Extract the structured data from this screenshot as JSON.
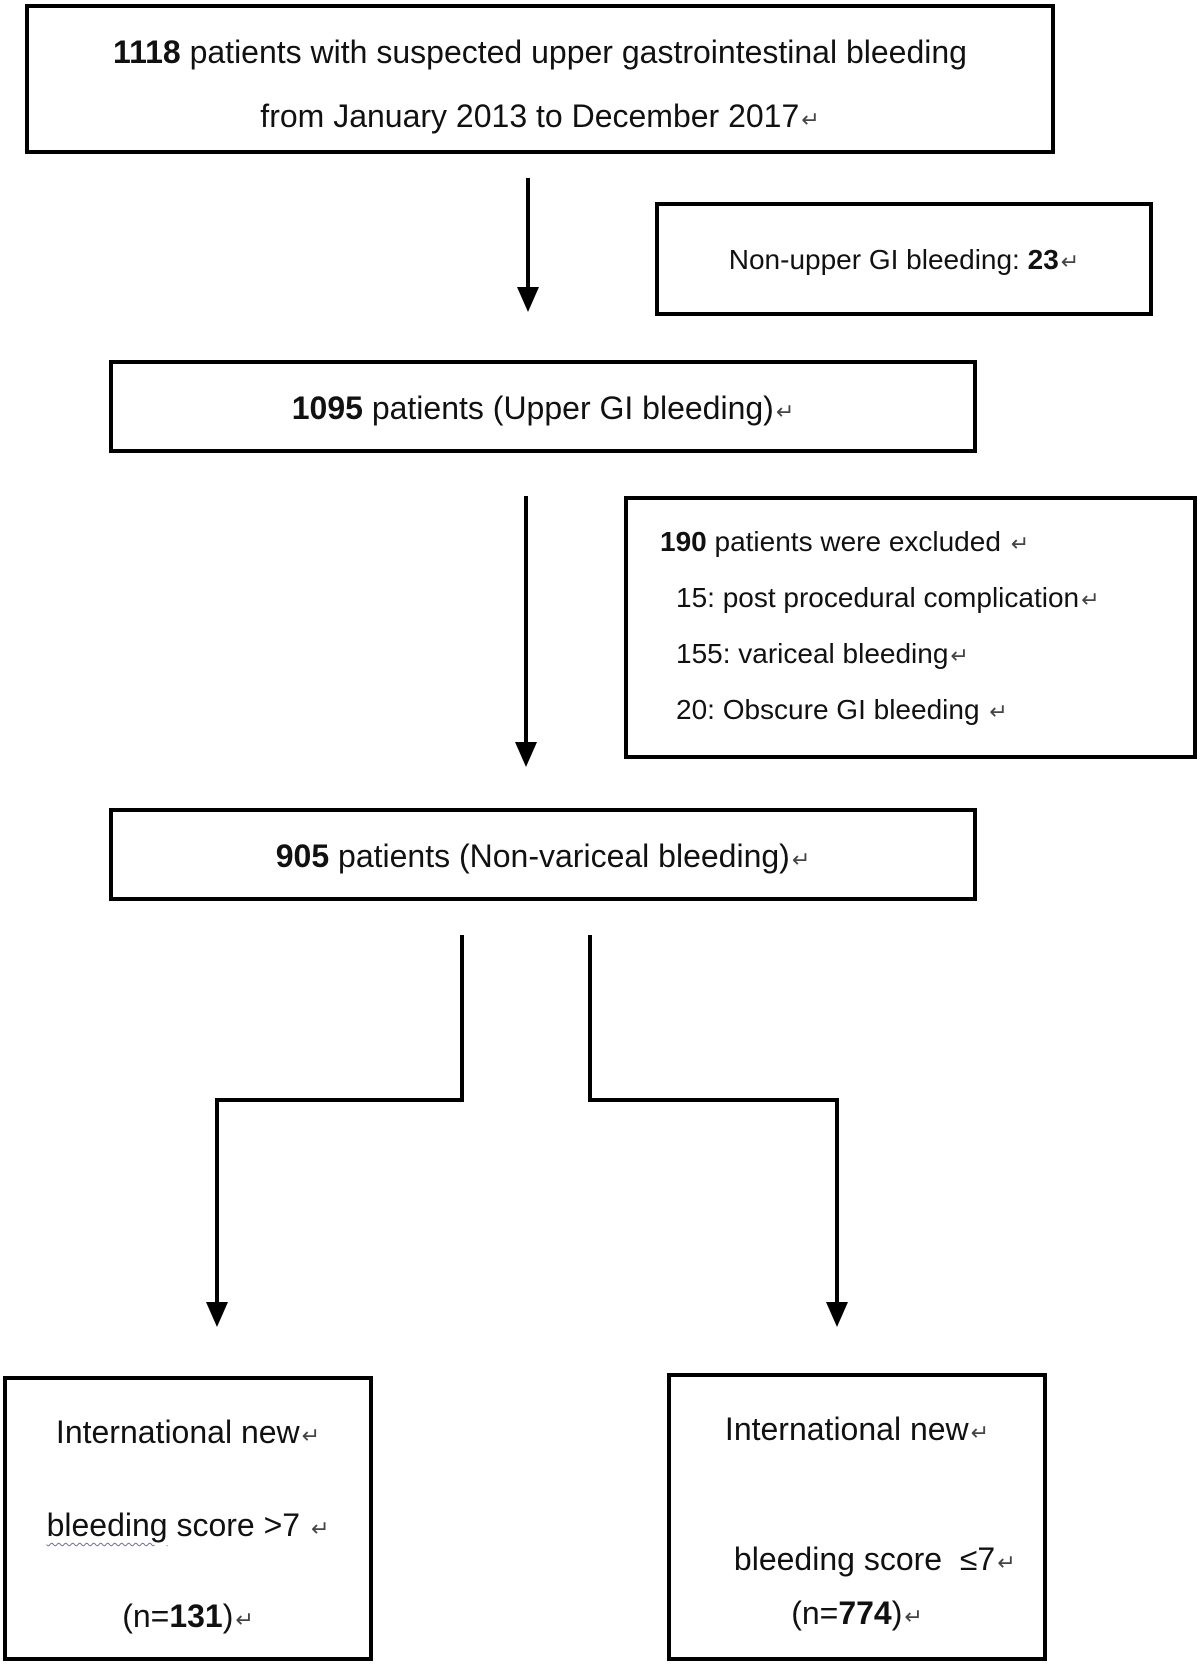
{
  "box_total": {
    "count": "1118",
    "line1_rest": "patients with suspected upper gastrointestinal bleeding",
    "line2": "from January 2013 to December 2017"
  },
  "box_excl1": {
    "label": "Non-upper GI bleeding: ",
    "count": "23"
  },
  "box_ugib": {
    "count": "1095",
    "rest": "patients (Upper GI bleeding)"
  },
  "box_excl2": {
    "count": "190",
    "rest": "patients were excluded",
    "items": [
      "15: post procedural complication",
      "155: variceal bleeding",
      "20: Obscure GI bleeding"
    ]
  },
  "box_nvb": {
    "count": "905",
    "rest": "patients (Non-variceal bleeding)"
  },
  "box_high": {
    "line1": "International new",
    "line2a": "bleeding",
    "line2b": "score >7",
    "n_prefix": "(n=",
    "n": "131",
    "n_suffix": ")"
  },
  "box_low": {
    "line1": "International new",
    "line2": "bleeding score  ≤7",
    "n_prefix": "(n=",
    "n": "774",
    "n_suffix": ")"
  },
  "para_mark": "↵"
}
